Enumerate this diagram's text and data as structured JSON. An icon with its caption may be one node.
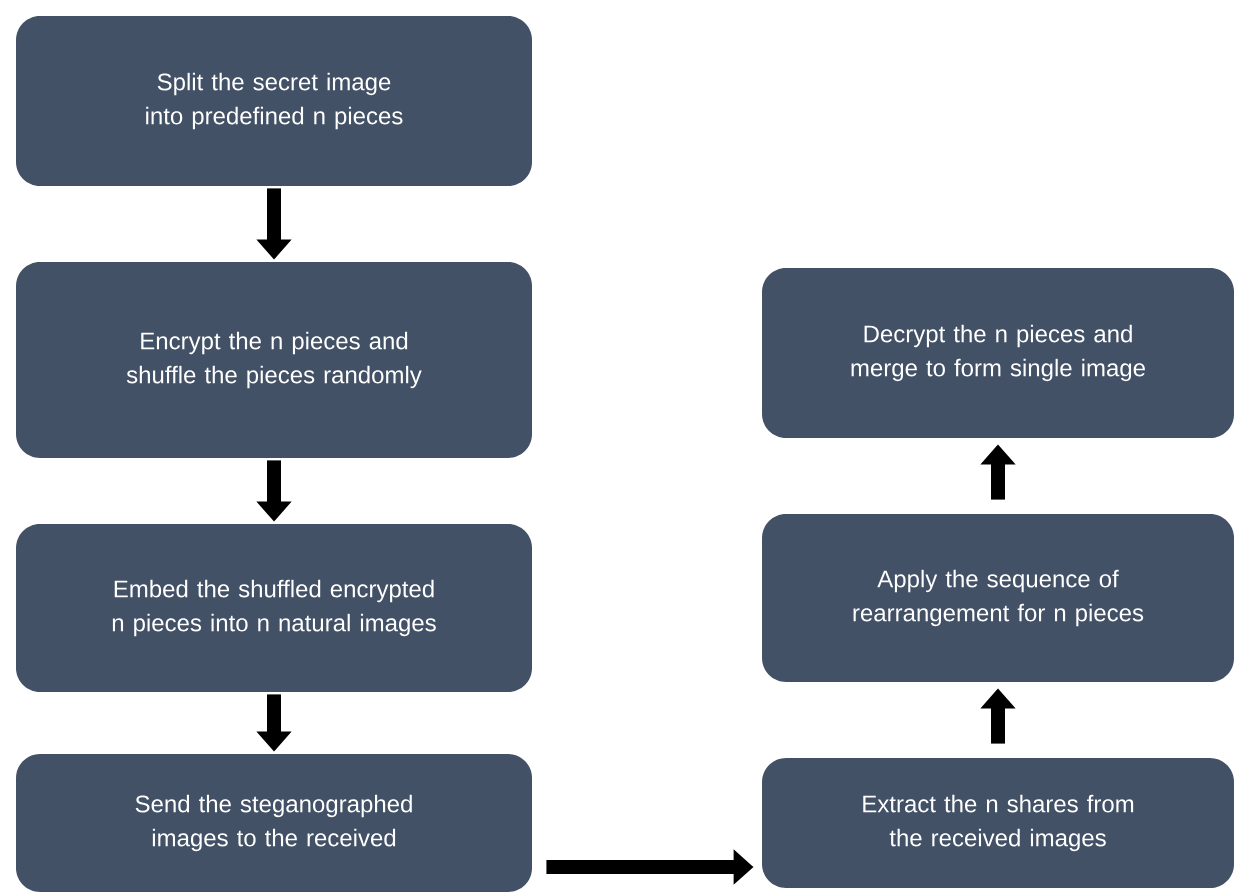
{
  "diagram": {
    "nodes": [
      {
        "text": [
          "Split the secret image into predefined n pieces"
        ]
      },
      {
        "text": [
          "Encrypt the n pieces and shuffle the pieces randomly"
        ]
      },
      {
        "text": [
          "Embed the shuffled encrypted n pieces into n natural images"
        ]
      },
      {
        "text": [
          "Send the steganographed images to the received"
        ]
      },
      {
        "text": [
          "Extract the n shares from the received images"
        ]
      },
      {
        "text": [
          "Apply the sequence of rearrangement for n pieces"
        ]
      },
      {
        "text": [
          "Decrypt the n pieces and merge to form single image"
        ]
      }
    ],
    "edges": [
      {
        "from": 0,
        "to": 1,
        "arrow": "to"
      },
      {
        "from": 1,
        "to": 2,
        "arrow": "to"
      },
      {
        "from": 2,
        "to": 3,
        "arrow": "to"
      },
      {
        "from": 3,
        "to": 4,
        "arrow": "to"
      },
      {
        "from": 4,
        "to": 5,
        "arrow": "to"
      },
      {
        "from": 5,
        "to": 6,
        "arrow": "to"
      }
    ]
  }
}
